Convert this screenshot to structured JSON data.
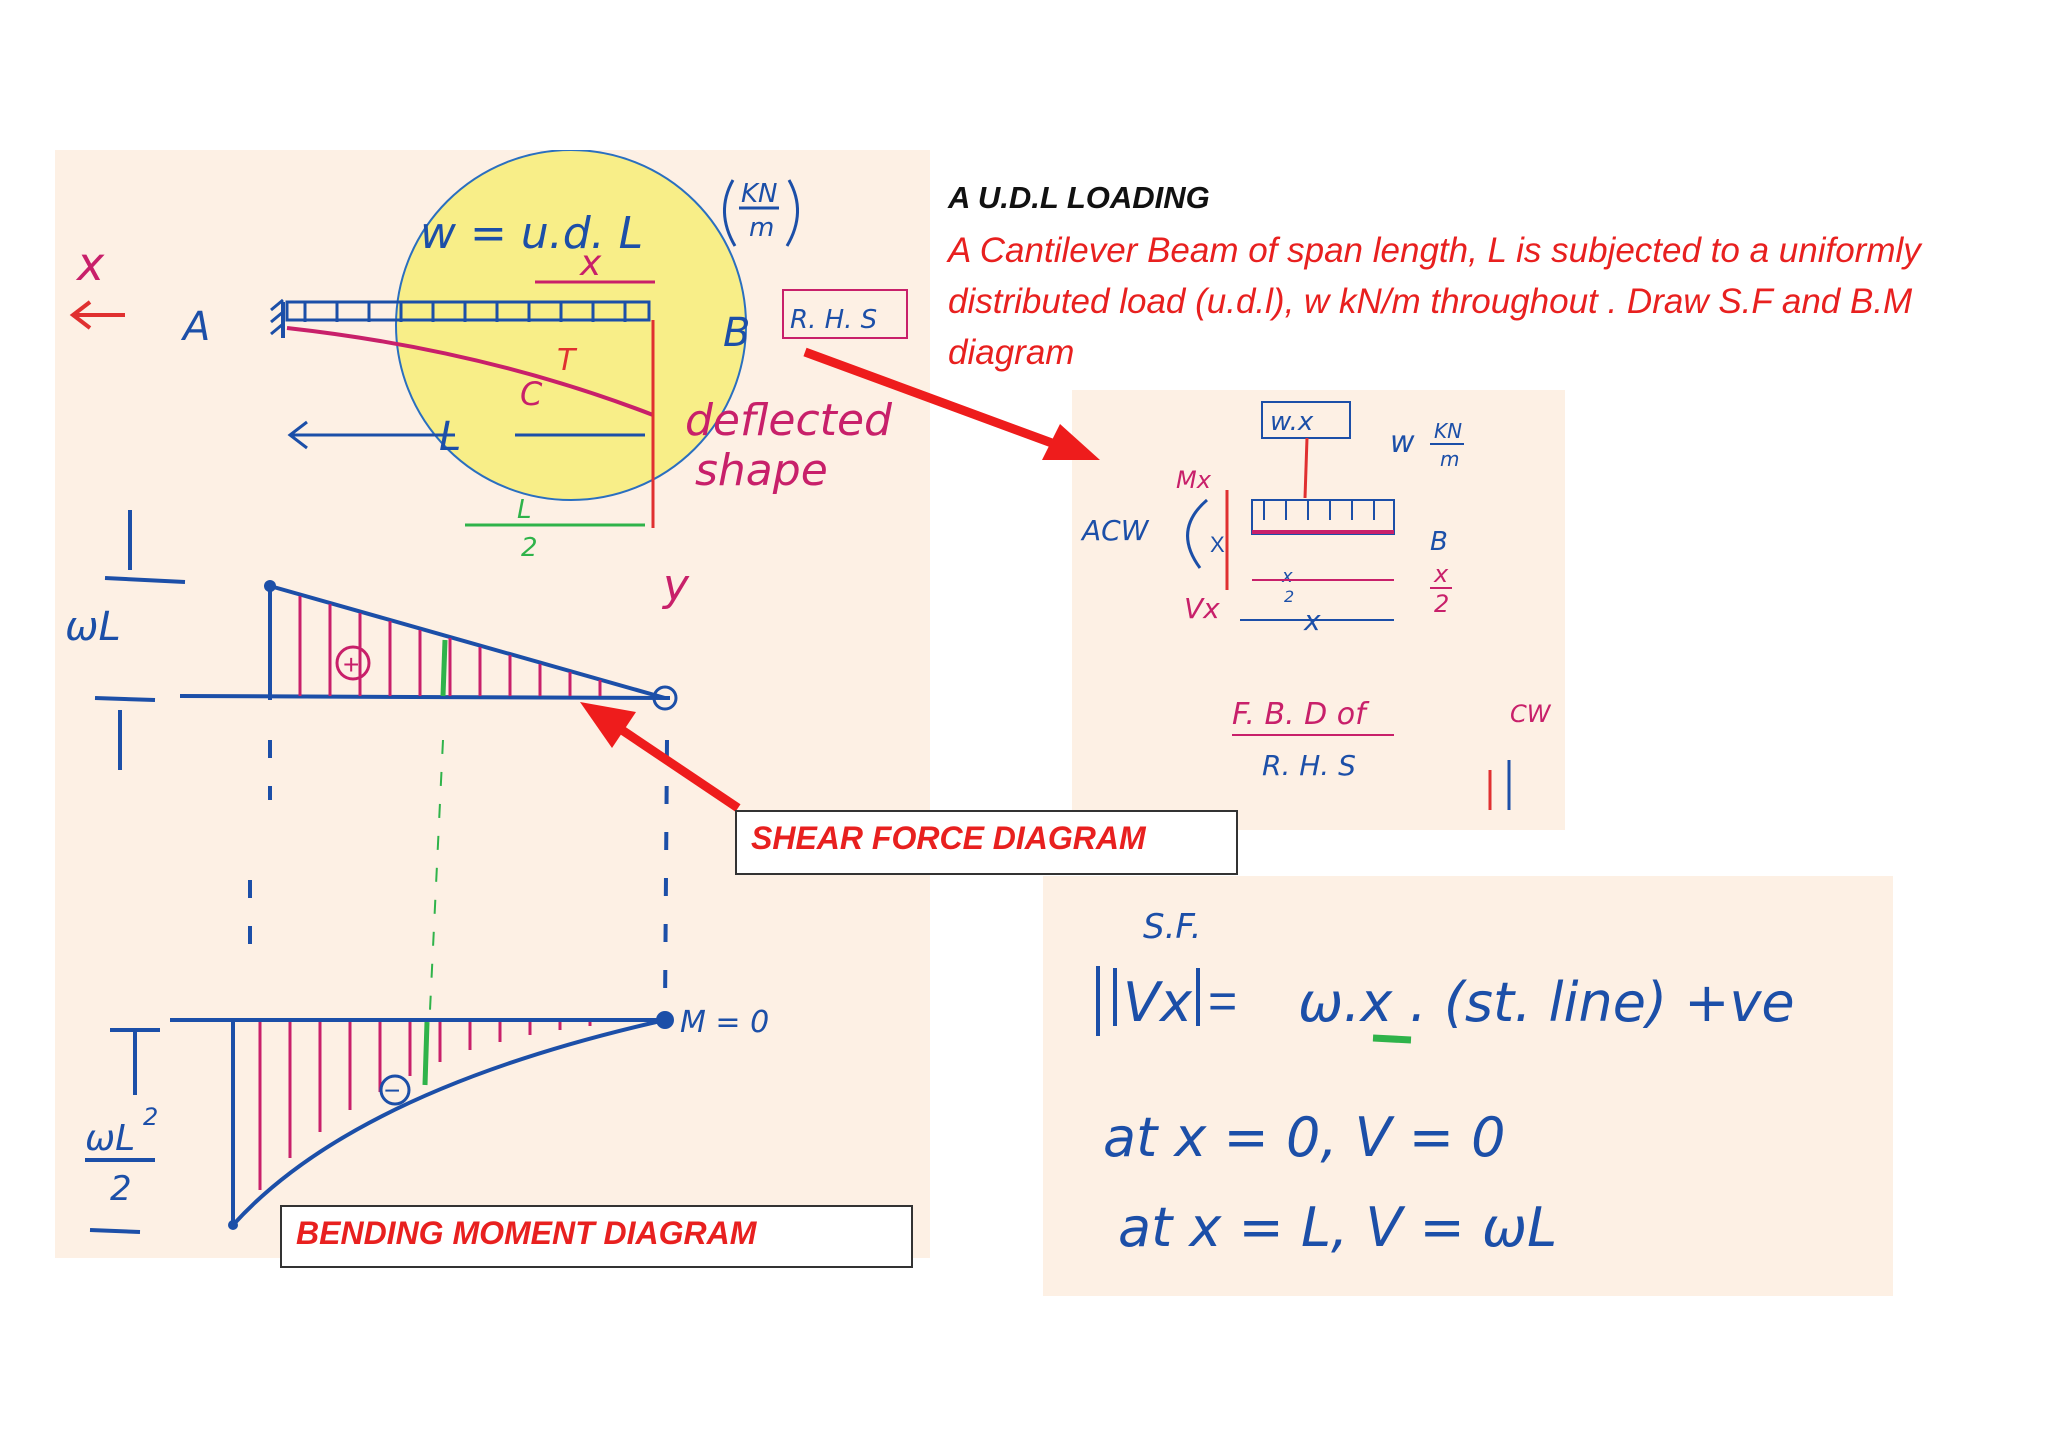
{
  "heading": "A U.D.L LOADING",
  "description": "A Cantilever Beam of span length, L is subjected to a uniformly distributed load (u.d.l), w kN/m throughout . Draw S.F and B.M diagram",
  "callouts": {
    "shear_force": "SHEAR FORCE DIAGRAM",
    "bending_moment": "BENDING MOMENT DIAGRAM"
  },
  "beam_sketch": {
    "load_label": "w = u.d. L",
    "load_unit_num": "KN",
    "load_unit_den": "m",
    "x_axis": "x",
    "support_label": "A",
    "free_end_label": "B",
    "rhs_label": "R. H. S",
    "x_dim": "x",
    "tension": "T",
    "compression": "C",
    "span_label": "L",
    "half_span_num": "L",
    "half_span_den": "2",
    "deflected_line1": "deflected",
    "deflected_line2": "shape",
    "y_axis": "y"
  },
  "sfd_sketch": {
    "wl_label": "ωL",
    "plus_sign": "+"
  },
  "bmd_sketch": {
    "m_zero": "M = 0",
    "wl2_num": "ωL",
    "wl2_exp": "2",
    "wl2_den": "2",
    "minus_sign": "−"
  },
  "fbd_sketch": {
    "wx_box": "w.x",
    "w_label": "w",
    "unit_num": "KN",
    "unit_den": "m",
    "mx": "Mx",
    "acw": "ACW",
    "x_mark": "X",
    "b_label": "B",
    "vx": "Vx",
    "half_x_left_num": "x",
    "half_x_left_den": "2",
    "half_x_right_num": "x",
    "half_x_right_den": "2",
    "x_dim": "x",
    "title_line1": "F. B. D of",
    "title_line2": "R. H. S",
    "cw": "CW"
  },
  "equations": {
    "sf_label": "S.F.",
    "line1_lhs": "Vx",
    "line1_rhs": "ω.x . (st. line) +ve",
    "line2": "at x = 0,    V = 0",
    "line3": "at x = L,    V = ωL"
  },
  "colors": {
    "red_text": "#e8201f",
    "arrow_red": "#ee1c1c",
    "paper": "#fdf0e4",
    "ink_blue": "#1c6fc4",
    "ink_magenta": "#c8206a",
    "ink_red": "#e03030",
    "ink_green": "#2fb34a",
    "highlight_yellow": "#f6ee6a"
  }
}
